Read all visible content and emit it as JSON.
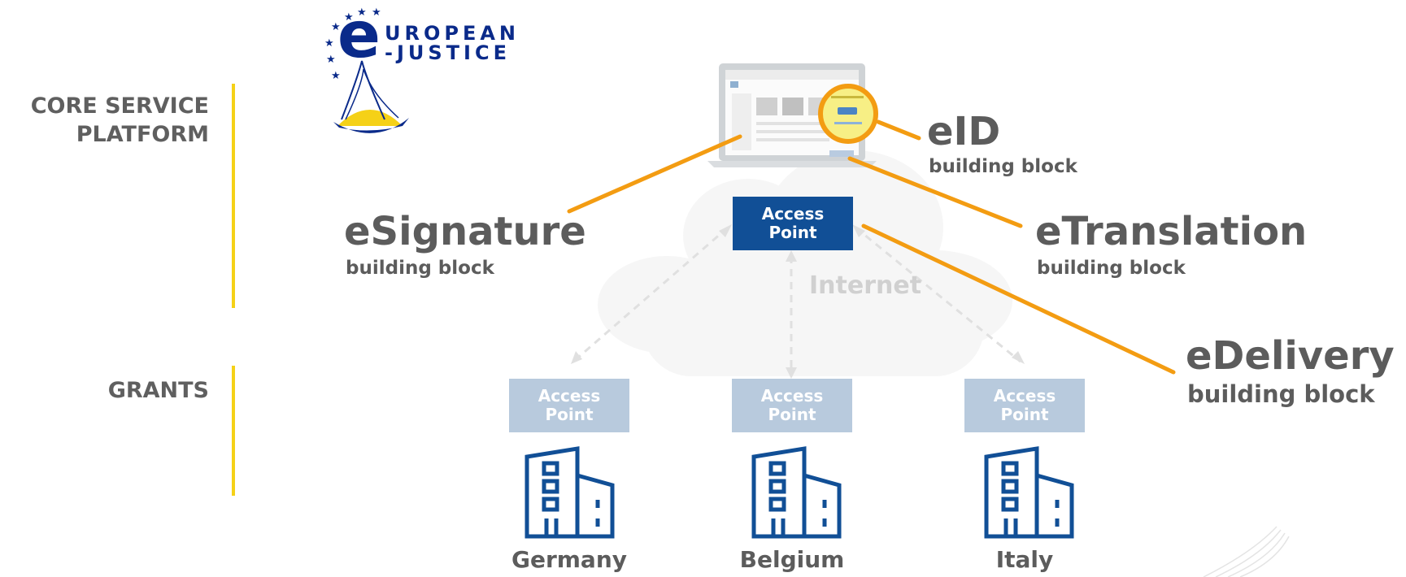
{
  "sections": {
    "core": {
      "line1": "CORE SERVICE",
      "line2": "PLATFORM"
    },
    "grants": {
      "label": "GRANTS"
    }
  },
  "logo": {
    "line1": "UROPEAN",
    "line2": "-JUSTICE",
    "letter": "e"
  },
  "blocks": {
    "eid": {
      "title": "eID",
      "subtitle": "building block"
    },
    "esignature": {
      "title": "eSignature",
      "subtitle": "building block"
    },
    "etranslation": {
      "title": "eTranslation",
      "subtitle": "building block"
    },
    "edelivery": {
      "title": "eDelivery",
      "subtitle": "building block"
    }
  },
  "cloud": {
    "label": "Internet"
  },
  "access_points": {
    "central": {
      "line1": "Access",
      "line2": "Point"
    },
    "germany": {
      "line1": "Access",
      "line2": "Point"
    },
    "belgium": {
      "line1": "Access",
      "line2": "Point"
    },
    "italy": {
      "line1": "Access",
      "line2": "Point"
    }
  },
  "countries": {
    "germany": "Germany",
    "belgium": "Belgium",
    "italy": "Italy"
  },
  "colors": {
    "accent_orange": "#f39c12",
    "navy": "#114f96",
    "yellow": "#f5d117",
    "text_gray": "#5c5c5c"
  }
}
